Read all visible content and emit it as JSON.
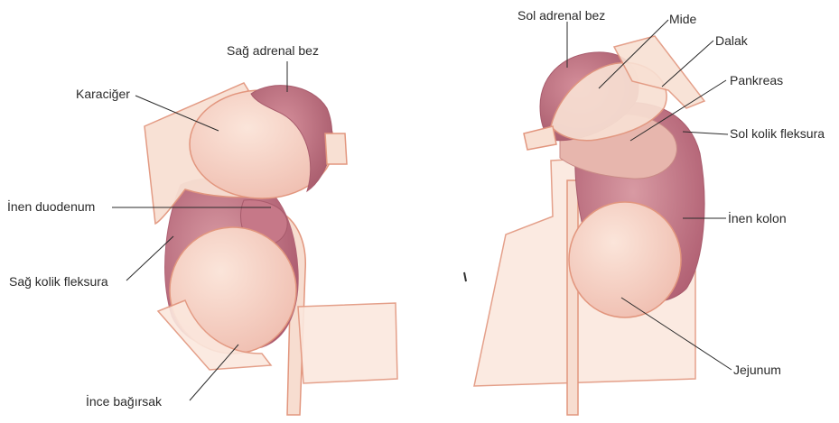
{
  "figure": {
    "left_panel": {
      "labels": {
        "sag_adrenal_bez": "Sağ adrenal bez",
        "karaciger": "Karaciğer",
        "inen_duodenum": "İnen duodenum",
        "sag_kolik_fleksura": "Sağ kolik fleksura",
        "ince_bagirsak": "İnce bağırsak"
      }
    },
    "right_panel": {
      "labels": {
        "sol_adrenal_bez": "Sol adrenal bez",
        "mide": "Mide",
        "dalak": "Dalak",
        "pankreas": "Pankreas",
        "sol_kolik_fleksura": "Sol kolik fleksura",
        "inen_kolon": "İnen kolon",
        "jejunum": "Jejunum"
      }
    },
    "colors": {
      "kidney_dark": "#b45f73",
      "kidney_mid": "#cf8d98",
      "organ_light": "#f5ccc0",
      "organ_pale": "#f8e2d6",
      "outline": "#e2967e",
      "label_text": "#2a2a2a"
    }
  }
}
